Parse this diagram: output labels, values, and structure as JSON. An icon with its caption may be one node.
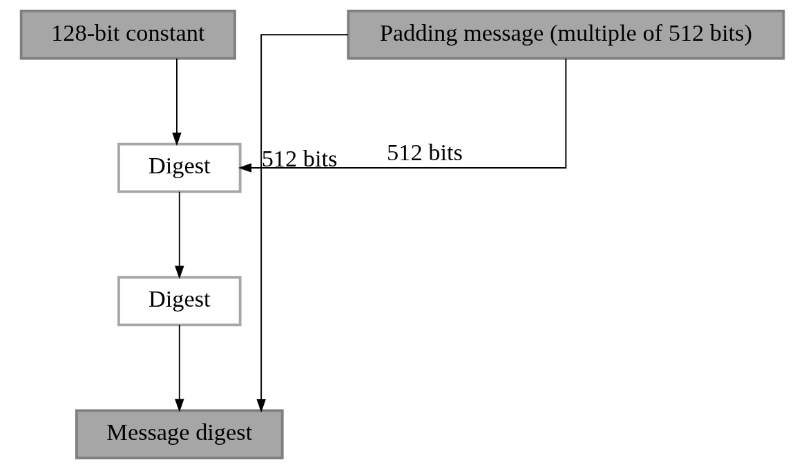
{
  "diagram": {
    "nodes": [
      {
        "text": [
          "128-bit constant"
        ]
      },
      {
        "text": [
          "Padding message (multiple of 512 bits)"
        ]
      },
      {
        "text": [
          "Digest"
        ]
      },
      {
        "text": [
          "Digest"
        ]
      },
      {
        "text": [
          "Message digest"
        ]
      }
    ],
    "edges": [
      {
        "from": 0,
        "to": 2,
        "arrow": "to"
      },
      {
        "from": 1,
        "to": 2,
        "arrow": "to",
        "label": "512 bits"
      },
      {
        "from": 2,
        "to": 3,
        "arrow": "to"
      },
      {
        "from": 3,
        "to": 4,
        "arrow": "to"
      },
      {
        "from": 1,
        "to": 4,
        "arrow": "to",
        "label": "512 bits"
      }
    ]
  }
}
